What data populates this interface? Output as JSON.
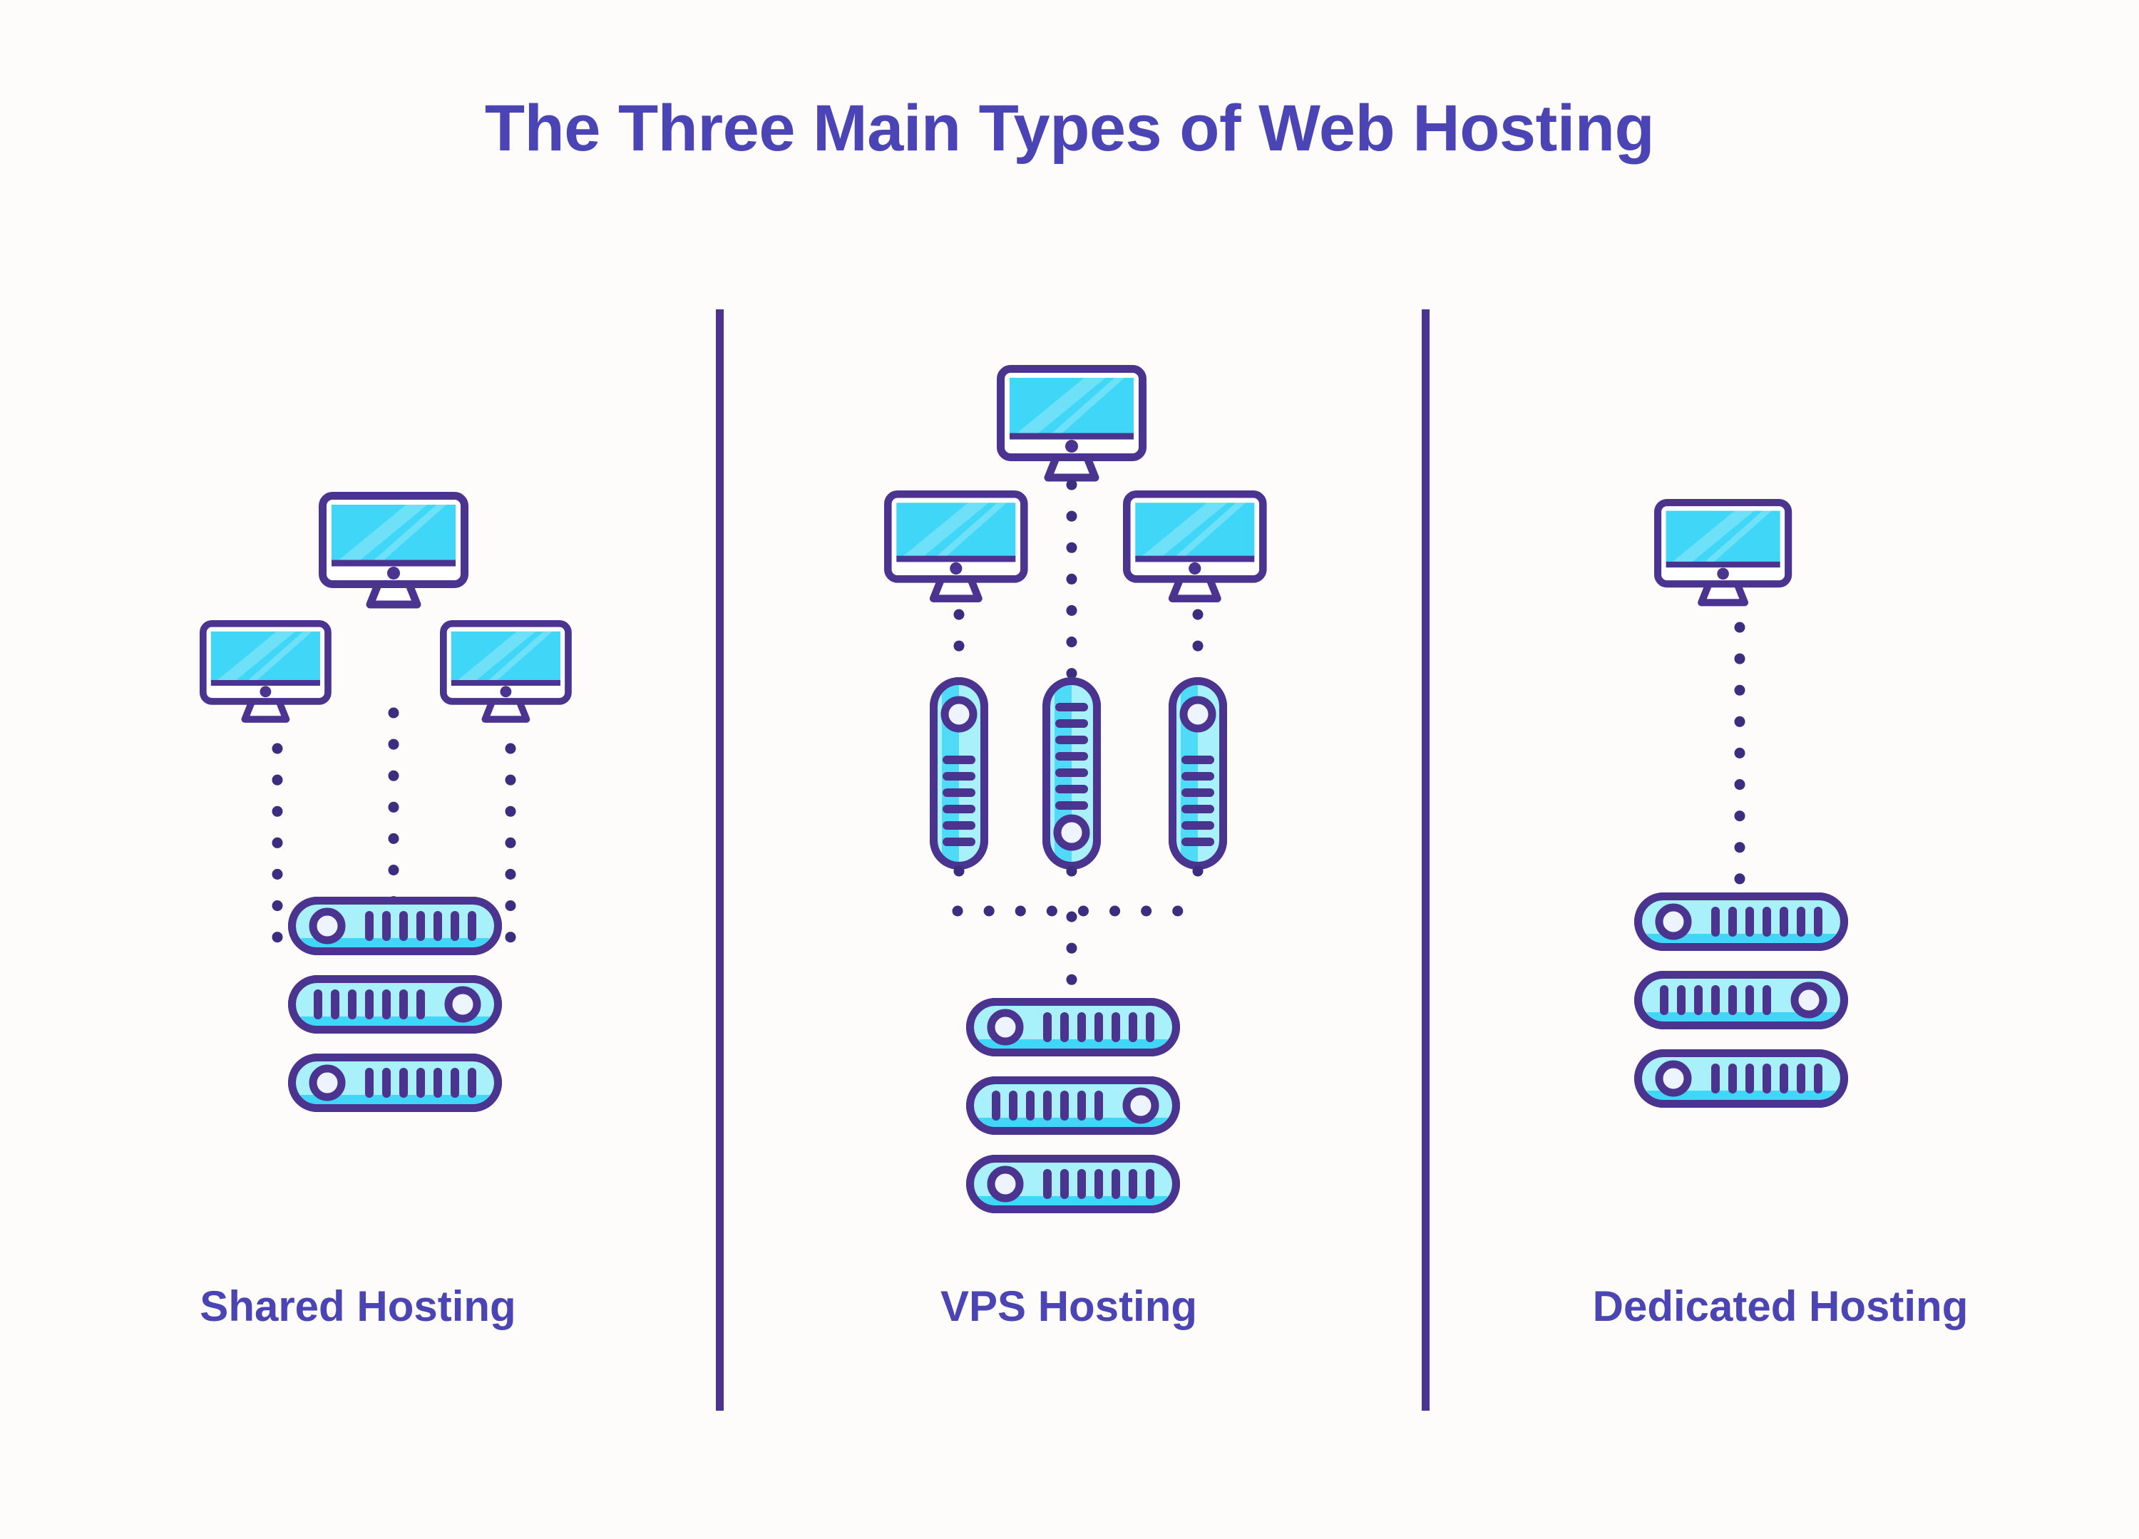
{
  "page": {
    "title": "The Three Main Types of Web Hosting",
    "background_color": "#FDFCFB"
  },
  "colors": {
    "title_purple": "#4B44B5",
    "outline_purple": "#4B348F",
    "screen_cyan": "#3FD6F7",
    "screen_highlight": "#7FE4FA",
    "server_light_cyan": "#A8F0FA",
    "server_band_cyan": "#3FD6F7",
    "dot_white": "#EEF4FE",
    "monitor_base_white": "#FFFFFF",
    "divider_purple": "#4B348F"
  },
  "columns": [
    {
      "id": "shared",
      "label": "Shared Hosting",
      "monitor_count": 3,
      "server_unit_count": 3,
      "vps_unit_count": 0,
      "connector_style": "dotted"
    },
    {
      "id": "vps",
      "label": "VPS Hosting",
      "monitor_count": 3,
      "server_unit_count": 3,
      "vps_unit_count": 3,
      "connector_style": "dotted"
    },
    {
      "id": "dedicated",
      "label": "Dedicated Hosting",
      "monitor_count": 1,
      "server_unit_count": 3,
      "vps_unit_count": 0,
      "connector_style": "dotted"
    }
  ],
  "icons": {
    "monitor": "monitor-icon",
    "server_rack": "server-rack-icon",
    "vps_unit": "vps-unit-icon",
    "connector": "dotted-connector-line",
    "divider": "vertical-divider"
  }
}
